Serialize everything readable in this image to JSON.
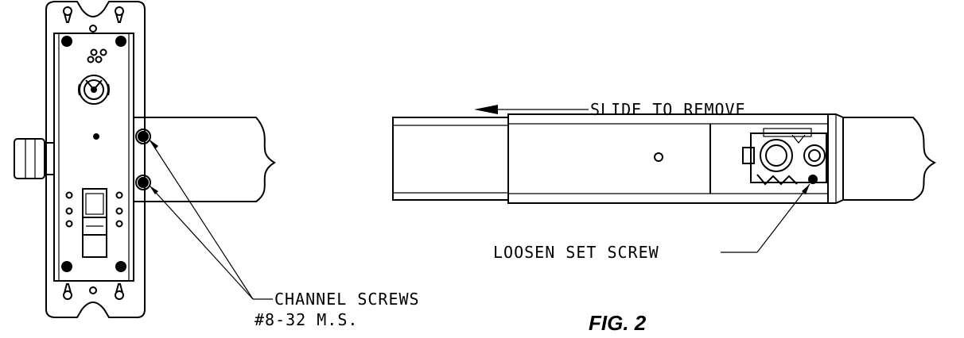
{
  "labels": {
    "slide": "SLIDE TO REMOVE",
    "set_screw": "LOOSEN SET SCREW",
    "channel_screws_line1": "CHANNEL SCREWS",
    "channel_screws_line2": "#8-32 M.S.",
    "figure": "FIG. 2"
  }
}
